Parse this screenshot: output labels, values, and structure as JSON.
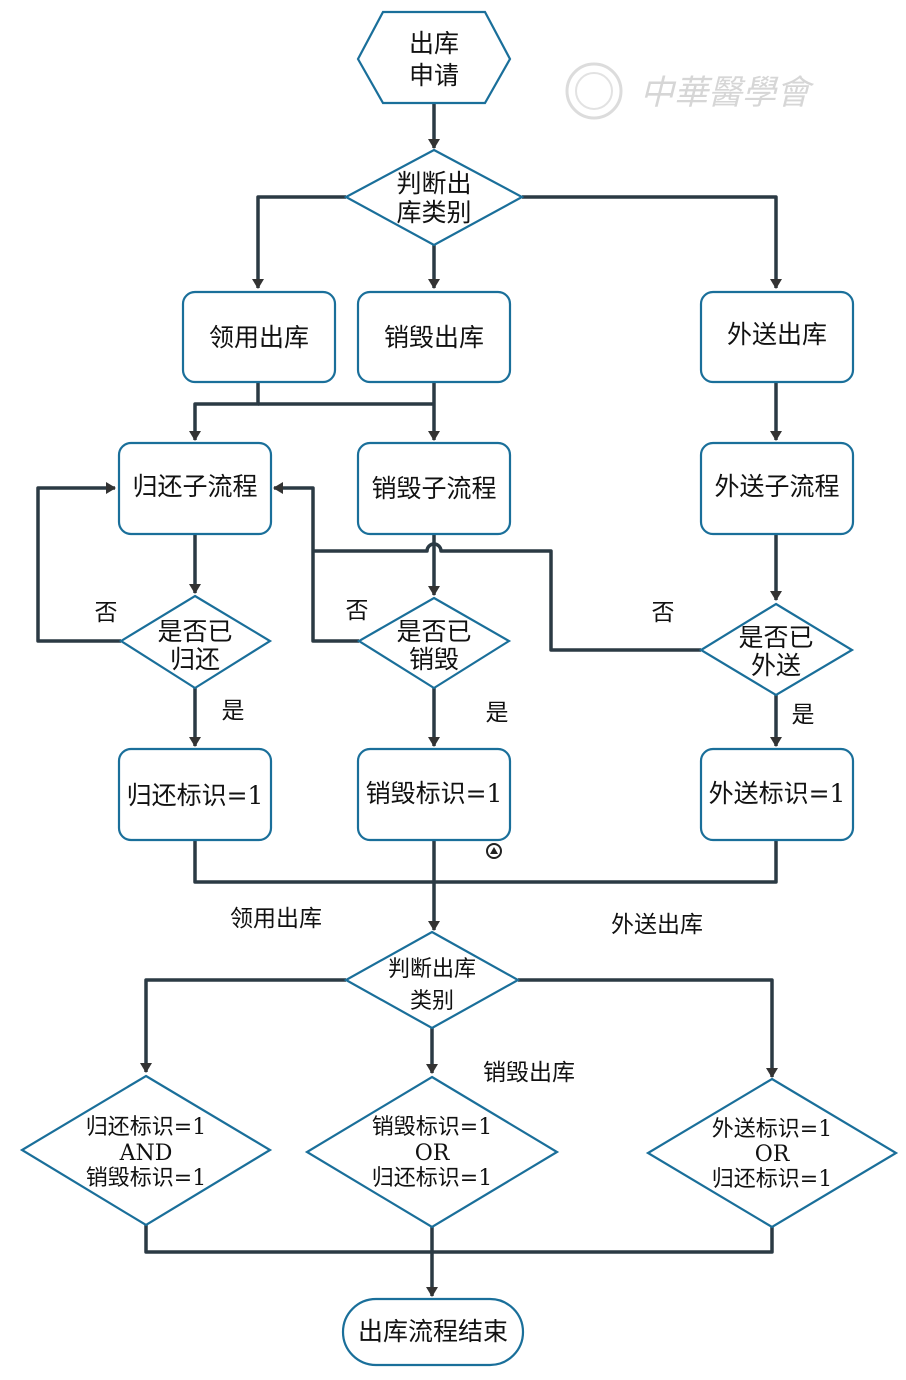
{
  "watermark": {
    "text": "中華醫學會",
    "icon": "society-seal-icon"
  },
  "nodes": {
    "start": [
      "出库",
      "申请"
    ],
    "decision_type_1": [
      "判断出",
      "库类别"
    ],
    "requisition_out": "领用出库",
    "destroy_out": "销毁出库",
    "external_out": "外送出库",
    "return_sub": "归还子流程",
    "destroy_sub": "销毁子流程",
    "external_sub": "外送子流程",
    "is_returned": [
      "是否已",
      "归还"
    ],
    "is_destroyed": [
      "是否已",
      "销毁"
    ],
    "is_sent": [
      "是否已",
      "外送"
    ],
    "return_flag": "归还标识=1",
    "destroy_flag": "销毁标识=1",
    "external_flag": "外送标识=1",
    "decision_type_2": [
      "判断出库",
      "类别"
    ],
    "cond_requisition": [
      "归还标识=1",
      "AND",
      "销毁标识=1"
    ],
    "cond_destroy": [
      "销毁标识=1",
      "OR",
      "归还标识=1"
    ],
    "cond_external": [
      "外送标识=1",
      "OR",
      "归还标识=1"
    ],
    "end": "出库流程结束"
  },
  "edge_labels": {
    "no_1": "否",
    "no_2": "否",
    "no_3": "否",
    "yes_1": "是",
    "yes_2": "是",
    "yes_3": "是",
    "branch_requisition": "领用出库",
    "branch_external": "外送出库",
    "branch_destroy": "销毁出库"
  }
}
